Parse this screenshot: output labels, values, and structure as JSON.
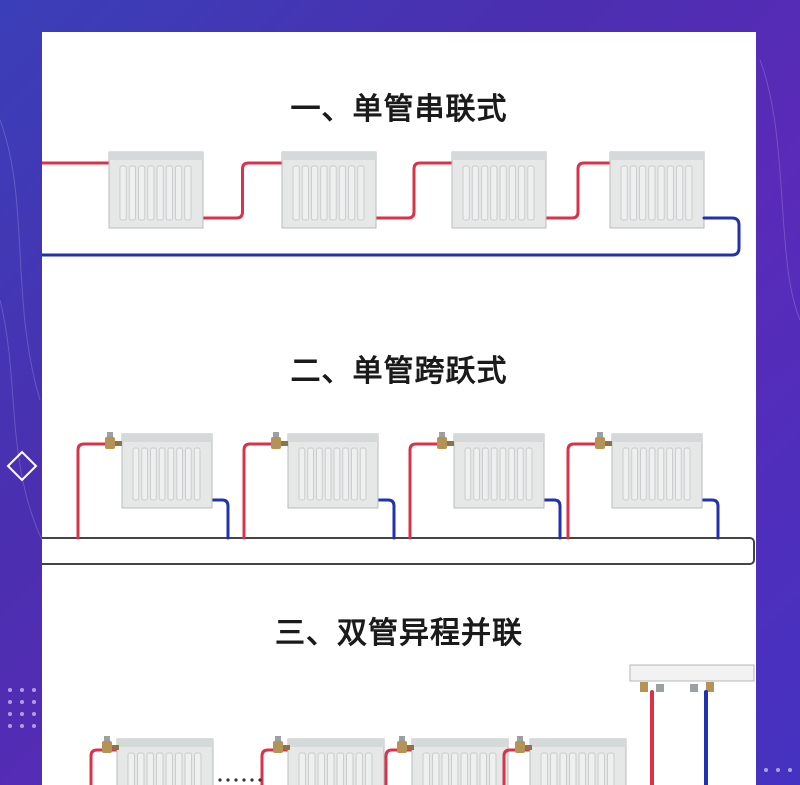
{
  "sections": [
    {
      "title": "一、单管串联式"
    },
    {
      "title": "二、单管跨跃式"
    },
    {
      "title": "三、双管异程并联"
    }
  ],
  "colors": {
    "supply": "#d8334a",
    "return": "#2231b0",
    "radiator_face": "#e6e8e8",
    "radiator_fin": "#c9cdcd",
    "valve": "#b59255",
    "background": "#4b2fb0"
  },
  "icons": [
    "radiator-icon",
    "valve-icon",
    "manifold-icon"
  ]
}
